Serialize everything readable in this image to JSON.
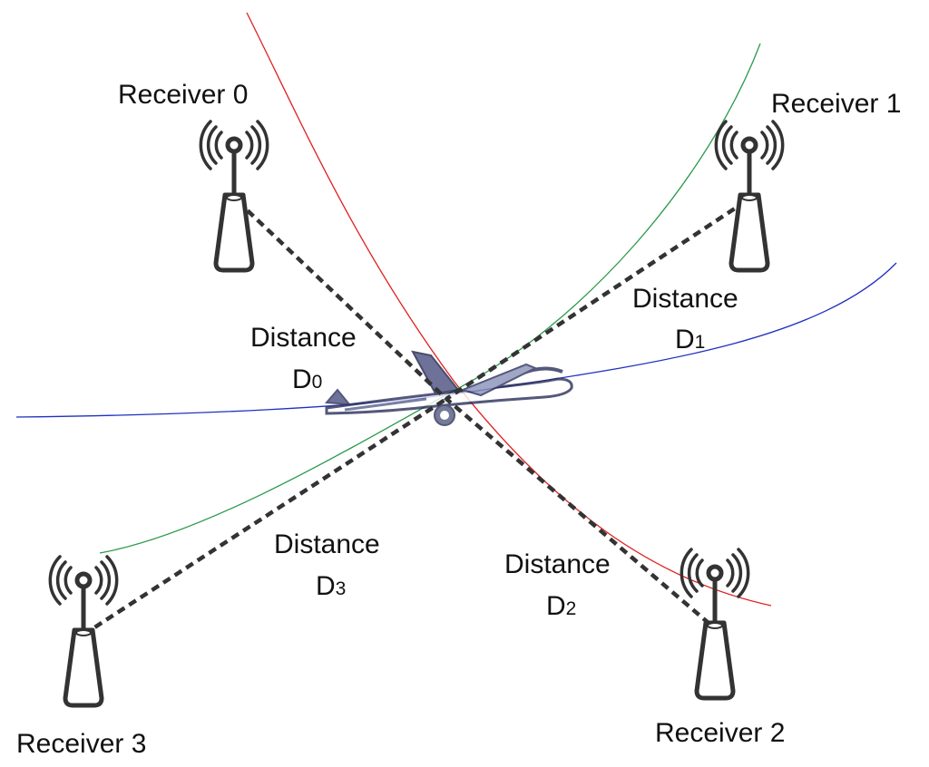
{
  "receivers": [
    {
      "label": "Receiver 0"
    },
    {
      "label": "Receiver 1"
    },
    {
      "label": "Receiver 2"
    },
    {
      "label": "Receiver 3"
    }
  ],
  "distances": [
    {
      "word": "Distance",
      "symbol": "D",
      "index": "0"
    },
    {
      "word": "Distance",
      "symbol": "D",
      "index": "1"
    },
    {
      "word": "Distance",
      "symbol": "D",
      "index": "2"
    },
    {
      "word": "Distance",
      "symbol": "D",
      "index": "3"
    }
  ],
  "colors": {
    "curve_red": "#e02020",
    "curve_green": "#2a9a4a",
    "curve_blue": "#2030c0",
    "dash": "#333333",
    "tower": "#333333"
  }
}
